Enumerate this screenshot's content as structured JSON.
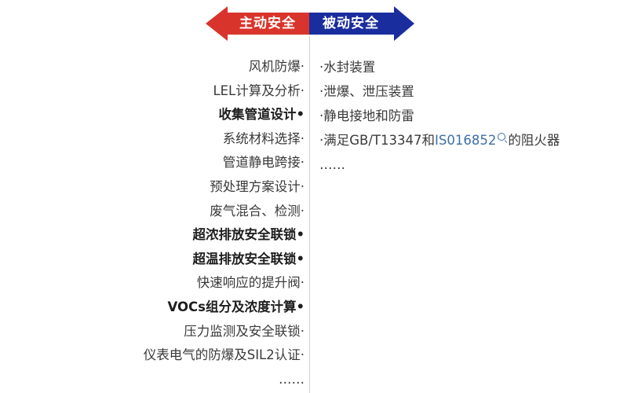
{
  "header": {
    "left_label": "主动安全",
    "right_label": "被动安全",
    "left_color": "#d9342b",
    "right_color": "#1a2d9e"
  },
  "active_safety": [
    {
      "text": "风机防爆·",
      "bold": false
    },
    {
      "text": "LEL计算及分析·",
      "bold": false
    },
    {
      "text": "收集管道设计•",
      "bold": true
    },
    {
      "text": "系统材料选择·",
      "bold": false
    },
    {
      "text": "管道静电跨接·",
      "bold": false
    },
    {
      "text": "预处理方案设计·",
      "bold": false
    },
    {
      "text": "废气混合、检测·",
      "bold": false
    },
    {
      "text": "超浓排放安全联锁•",
      "bold": true
    },
    {
      "text": "超温排放安全联锁•",
      "bold": true
    },
    {
      "text": "快速响应的提升阀·",
      "bold": false
    },
    {
      "text": "VOCs组分及浓度计算•",
      "bold": true
    },
    {
      "text": "压力监测及安全联锁·",
      "bold": false
    },
    {
      "text": "仪表电气的防爆及SIL2认证·",
      "bold": false
    },
    {
      "text": "……",
      "bold": false
    }
  ],
  "passive_safety": {
    "item1": "·水封装置",
    "item2": "·泄爆、泄压装置",
    "item3": "·静电接地和防雷",
    "item4_prefix": "·满足GB/T13347和",
    "item4_link": "IS016852",
    "item4_suffix": "的阻火器",
    "item5": "……"
  },
  "icons": {
    "link_search": "search-icon"
  }
}
